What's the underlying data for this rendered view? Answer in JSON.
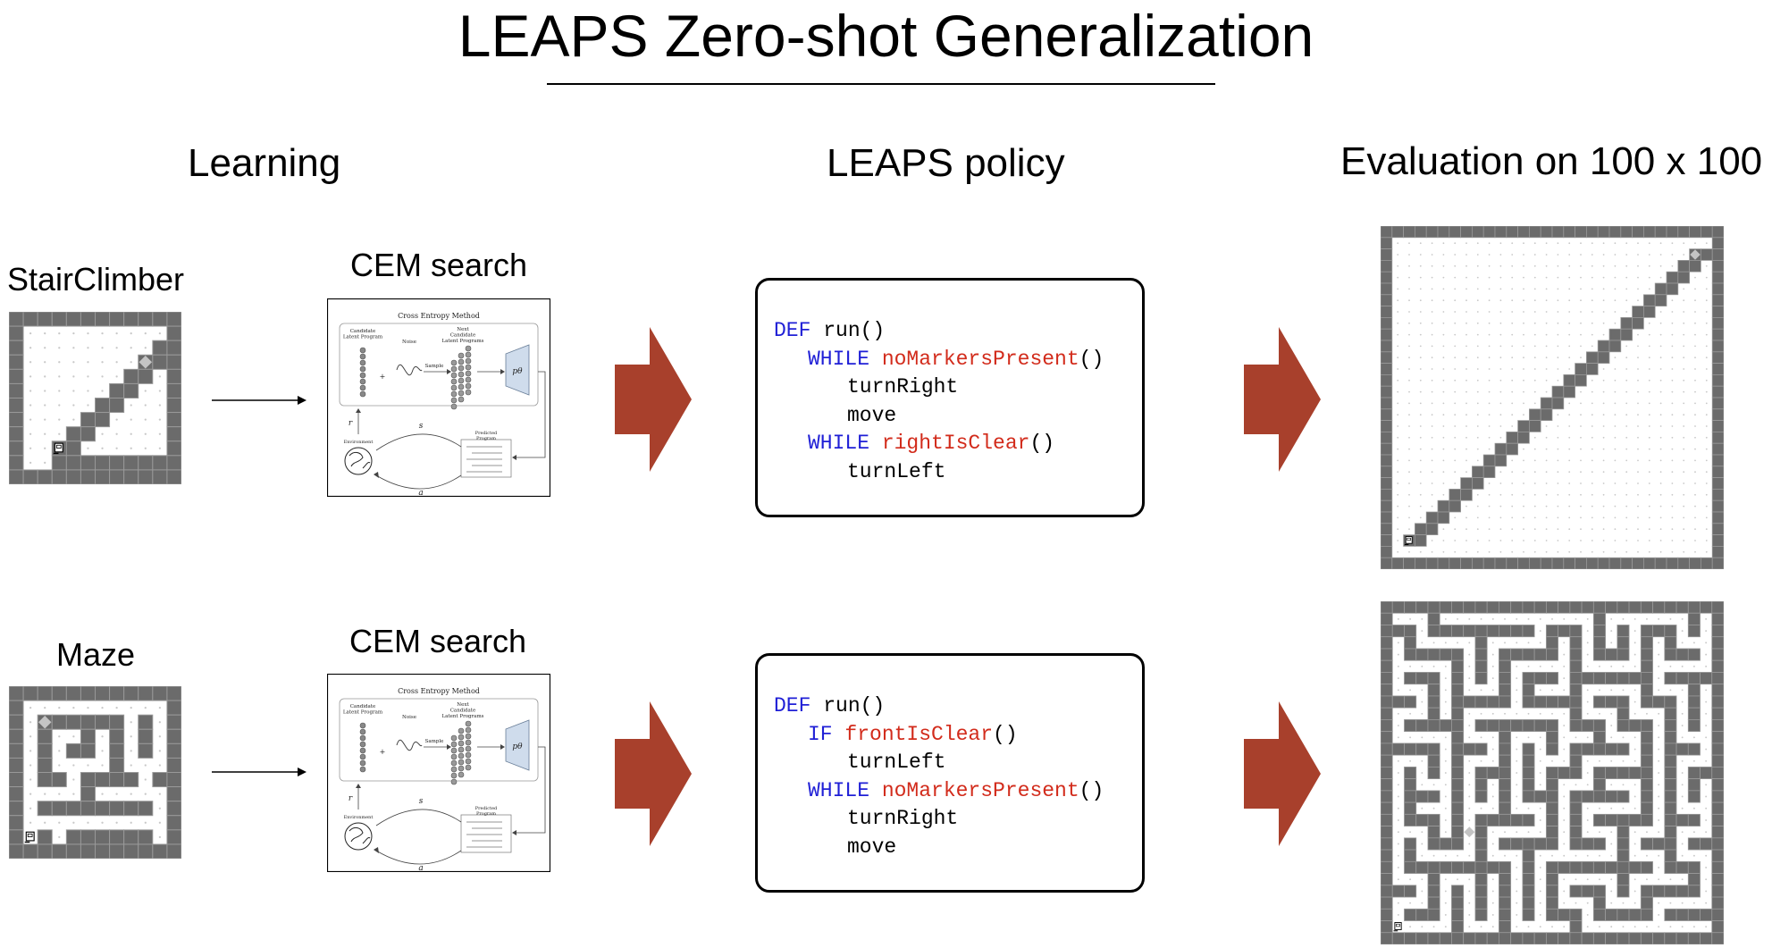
{
  "title": "LEAPS Zero-shot Generalization",
  "columns": {
    "learning": "Learning",
    "policy": "LEAPS policy",
    "evaluation": "Evaluation on 100 x 100"
  },
  "rows": [
    {
      "task": "StairClimber",
      "search_label": "CEM search",
      "program": [
        {
          "indent": 0,
          "keyword": "DEF",
          "func": "",
          "rest": " run()"
        },
        {
          "indent": 1,
          "keyword": "WHILE",
          "func": " noMarkersPresent",
          "rest": "()"
        },
        {
          "indent": 2,
          "keyword": "",
          "func": "",
          "rest": "turnRight"
        },
        {
          "indent": 2,
          "keyword": "",
          "func": "",
          "rest": "move"
        },
        {
          "indent": 1,
          "keyword": "WHILE",
          "func": " rightIsClear",
          "rest": "()"
        },
        {
          "indent": 2,
          "keyword": "",
          "func": "",
          "rest": "turnLeft"
        }
      ]
    },
    {
      "task": "Maze",
      "search_label": "CEM search",
      "program": [
        {
          "indent": 0,
          "keyword": "DEF",
          "func": "",
          "rest": " run()"
        },
        {
          "indent": 1,
          "keyword": "IF",
          "func": " frontIsClear",
          "rest": "()"
        },
        {
          "indent": 2,
          "keyword": "",
          "func": "",
          "rest": "turnLeft"
        },
        {
          "indent": 1,
          "keyword": "WHILE",
          "func": " noMarkersPresent",
          "rest": "()"
        },
        {
          "indent": 2,
          "keyword": "",
          "func": "",
          "rest": "turnRight"
        },
        {
          "indent": 2,
          "keyword": "",
          "func": "",
          "rest": "move"
        }
      ]
    }
  ],
  "cem_figure": {
    "title": "Cross Entropy Method",
    "candidate": "Candidate\nLatent Program",
    "noise": "Noise",
    "sample": "Sample",
    "next": "Next\nCandidate\nLatent Programs",
    "decoder": "pθ",
    "environment": "Environment",
    "predicted": "Predicted\nProgram",
    "r": "r",
    "s": "s",
    "a": "a"
  },
  "colors": {
    "keyword": "#1f1fd6",
    "function": "#d22b1b",
    "arrow": "#a8402c",
    "wall": "#6b6b6b",
    "grid_dot": "#c8c8c8"
  }
}
